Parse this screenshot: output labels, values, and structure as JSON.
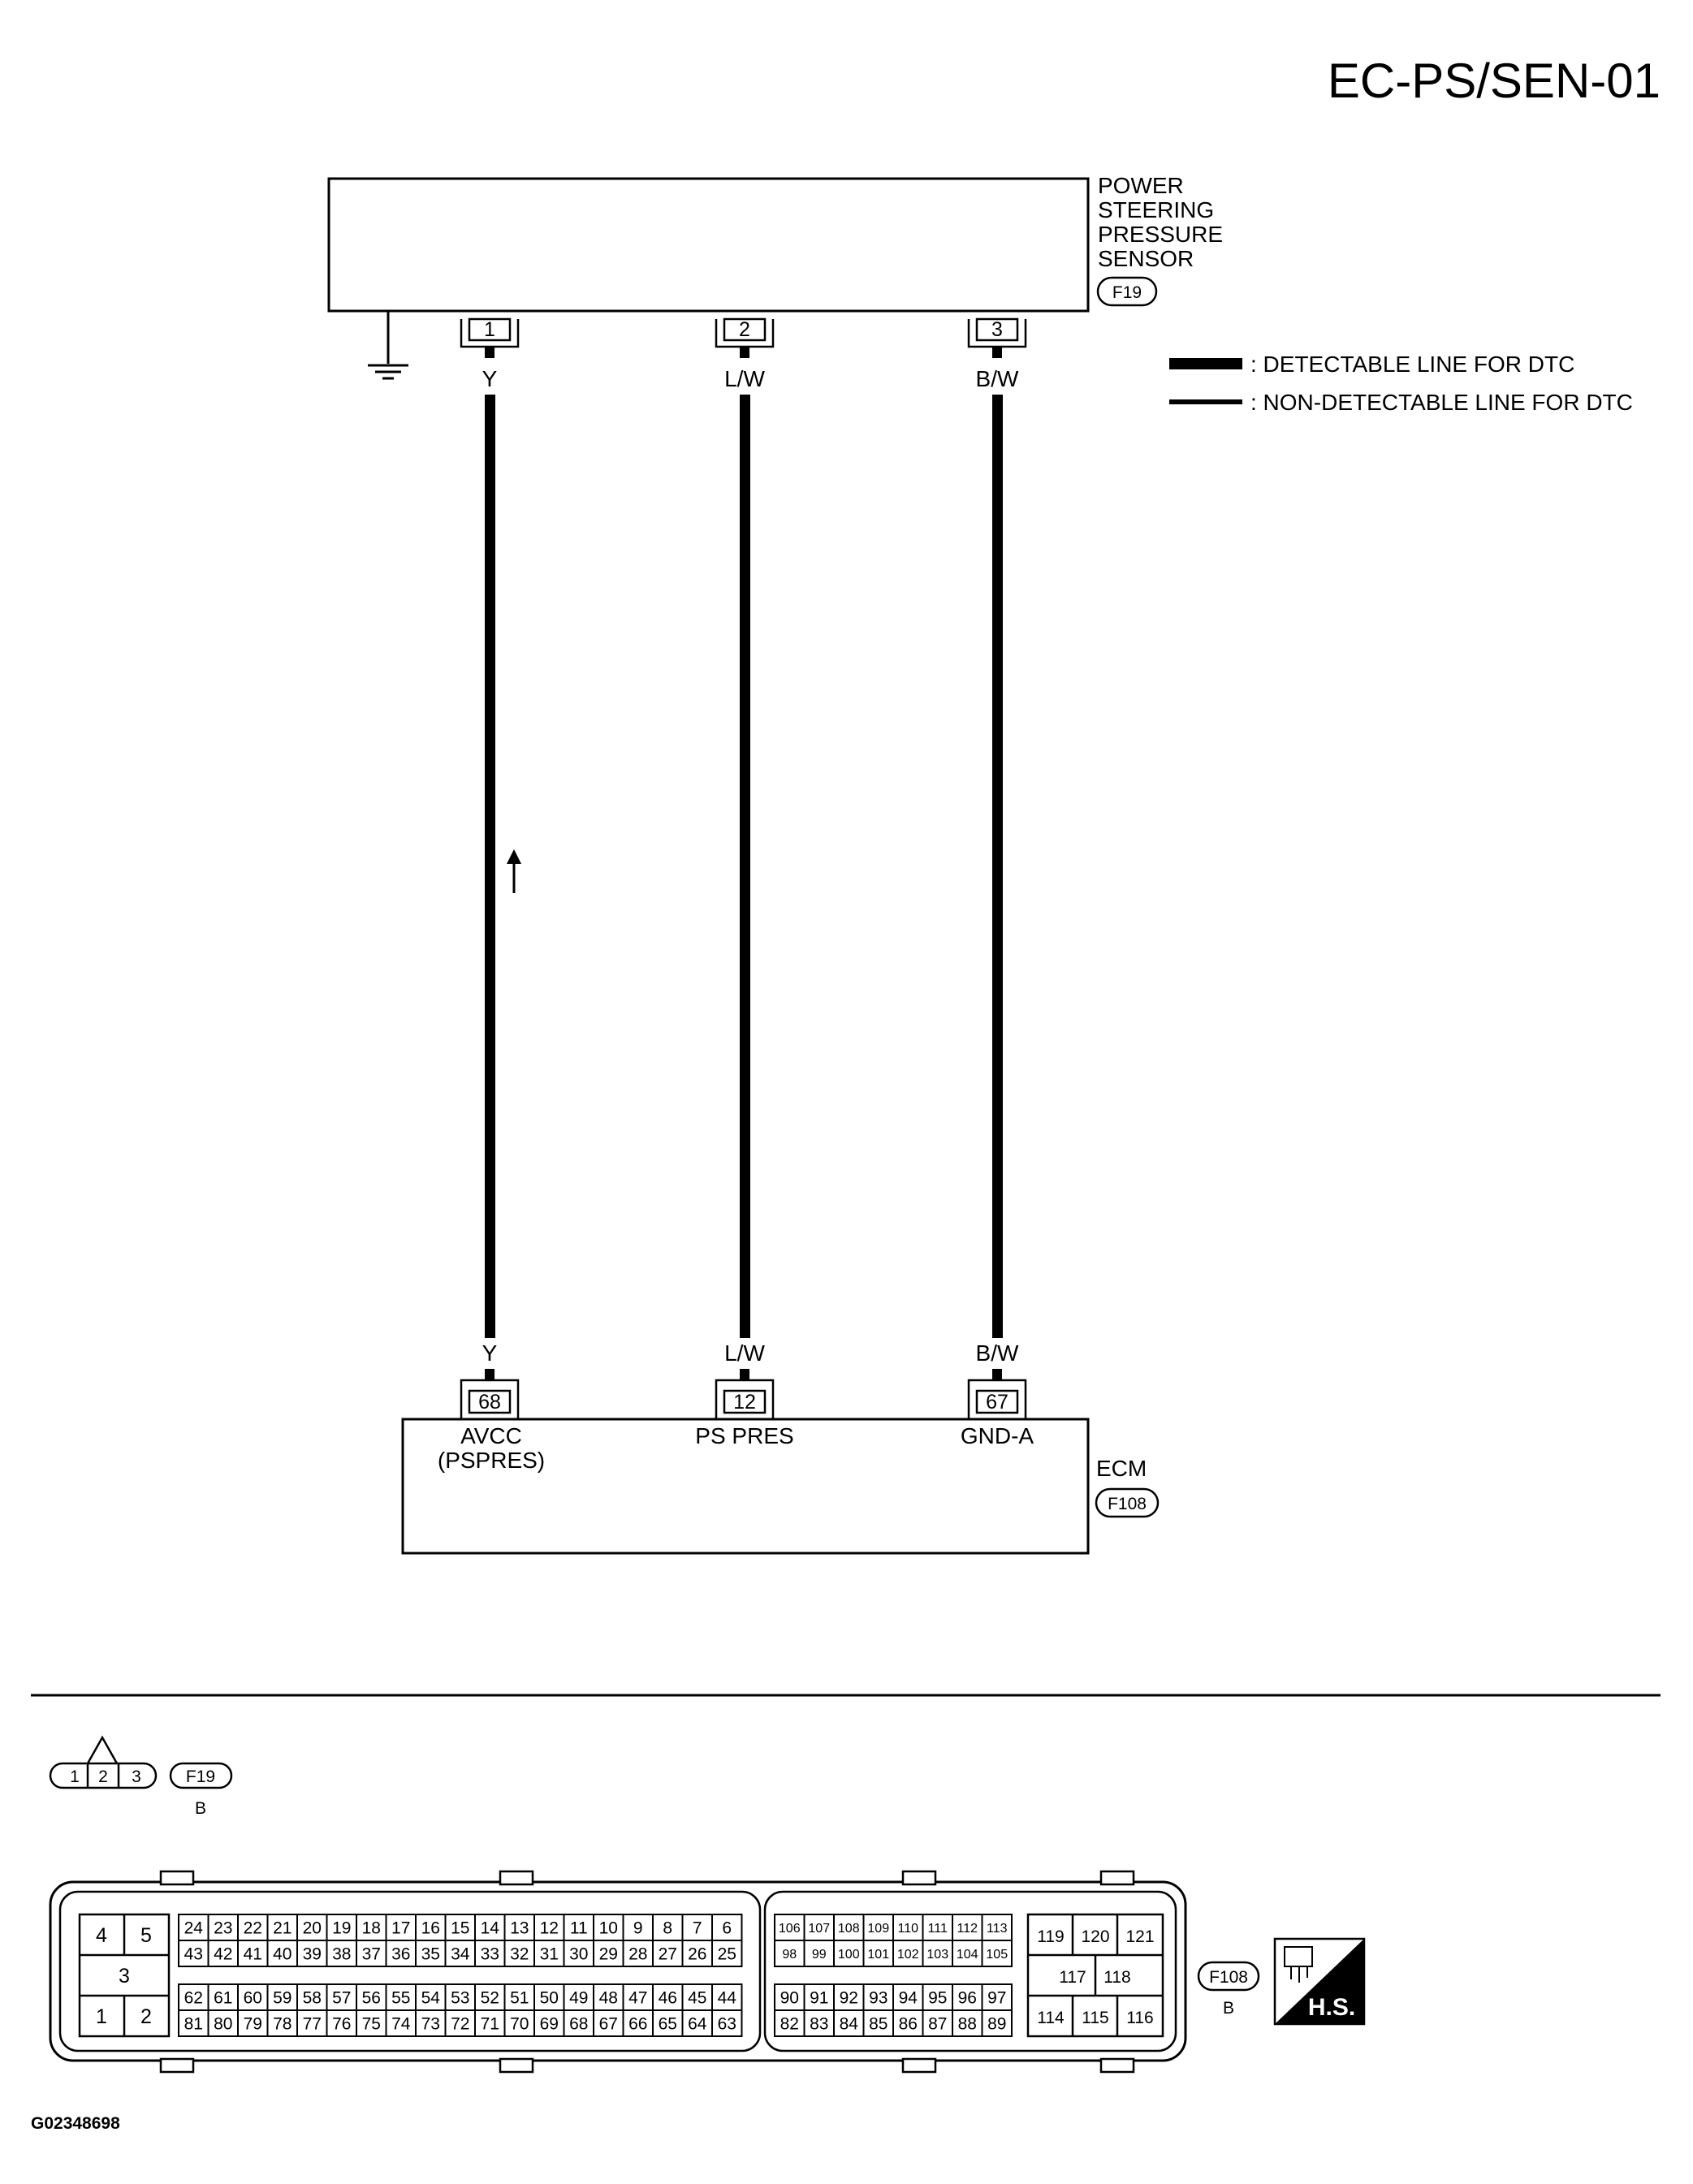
{
  "page_id": "EC-PS/SEN-01",
  "figure_id": "G02348698",
  "sensor": {
    "name_lines": [
      "POWER",
      "STEERING",
      "PRESSURE",
      "SENSOR"
    ],
    "connector": "F19",
    "pins": [
      "1",
      "2",
      "3"
    ]
  },
  "ecm": {
    "name": "ECM",
    "connector": "F108",
    "pins": [
      "68",
      "12",
      "67"
    ],
    "terminal_labels": {
      "t68_line1": "AVCC",
      "t68_line2": "(PSPRES)",
      "t12": "PS PRES",
      "t67": "GND-A"
    }
  },
  "wires": [
    {
      "from_pin": "1",
      "to_pin": "68",
      "color_code": "Y"
    },
    {
      "from_pin": "2",
      "to_pin": "12",
      "color_code": "L/W"
    },
    {
      "from_pin": "3",
      "to_pin": "67",
      "color_code": "B/W"
    }
  ],
  "legend": {
    "detectable": ": DETECTABLE LINE FOR DTC",
    "non_detectable": ": NON-DETECTABLE LINE FOR DTC"
  },
  "connector_views": {
    "f19": {
      "id": "F19",
      "color": "B",
      "cavities": [
        "1",
        "2",
        "3"
      ]
    },
    "f108": {
      "id": "F108",
      "color": "B",
      "power_pins": [
        "4",
        "5",
        "3",
        "1",
        "2"
      ],
      "row1": [
        "24",
        "23",
        "22",
        "21",
        "20",
        "19",
        "18",
        "17",
        "16",
        "15",
        "14",
        "13",
        "12",
        "11",
        "10",
        "9",
        "8",
        "7",
        "6"
      ],
      "row2": [
        "43",
        "42",
        "41",
        "40",
        "39",
        "38",
        "37",
        "36",
        "35",
        "34",
        "33",
        "32",
        "31",
        "30",
        "29",
        "28",
        "27",
        "26",
        "25"
      ],
      "row3": [
        "62",
        "61",
        "60",
        "59",
        "58",
        "57",
        "56",
        "55",
        "54",
        "53",
        "52",
        "51",
        "50",
        "49",
        "48",
        "47",
        "46",
        "45",
        "44"
      ],
      "row4": [
        "81",
        "80",
        "79",
        "78",
        "77",
        "76",
        "75",
        "74",
        "73",
        "72",
        "71",
        "70",
        "69",
        "68",
        "67",
        "66",
        "65",
        "64",
        "63"
      ],
      "mid_row1": [
        "106",
        "107",
        "108",
        "109",
        "110",
        "111",
        "112",
        "113"
      ],
      "mid_row2": [
        "98",
        "99",
        "100",
        "101",
        "102",
        "103",
        "104",
        "105"
      ],
      "mid_row3": [
        "90",
        "91",
        "92",
        "93",
        "94",
        "95",
        "96",
        "97"
      ],
      "mid_row4": [
        "82",
        "83",
        "84",
        "85",
        "86",
        "87",
        "88",
        "89"
      ],
      "right_top": [
        "119",
        "120",
        "121"
      ],
      "right_mid": [
        "117",
        "118"
      ],
      "right_bottom": [
        "114",
        "115",
        "116"
      ]
    },
    "hs_badge": "H.S."
  }
}
